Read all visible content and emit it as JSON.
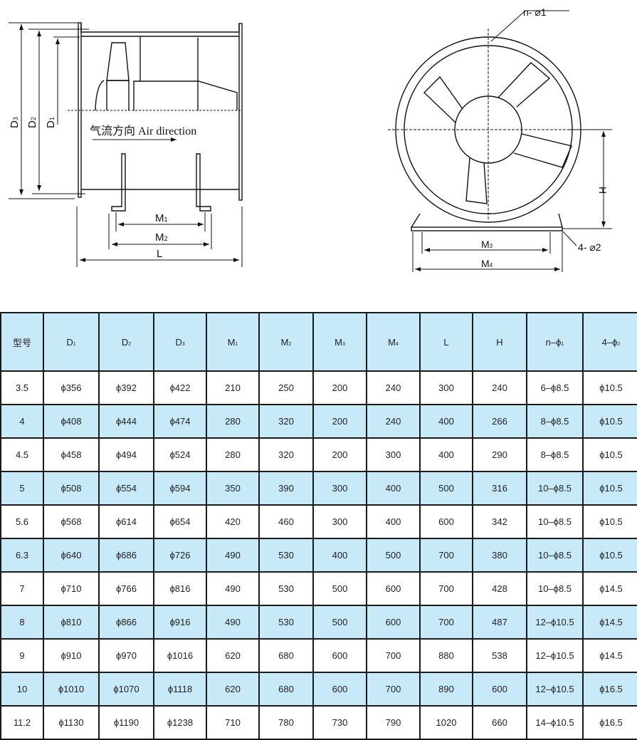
{
  "drawing": {
    "side_view": {
      "air_direction": "气流方向 Air direction",
      "labels": {
        "d3": "D",
        "d3_sub": "3",
        "d2": "D",
        "d2_sub": "2",
        "d1": "D",
        "d1_sub": "1",
        "m1": "M",
        "m1_sub": "1",
        "m2": "M",
        "m2_sub": "2",
        "l": "L"
      }
    },
    "front_view": {
      "labels": {
        "n_phi1": "n- ⌀1",
        "h": "H",
        "four_phi2": "4- ⌀2",
        "m3": "M",
        "m3_sub": "3",
        "m4": "M",
        "m4_sub": "4"
      }
    }
  },
  "table": {
    "headers": [
      {
        "main": "型号",
        "sub": ""
      },
      {
        "main": "D",
        "sub": "1"
      },
      {
        "main": "D",
        "sub": "2"
      },
      {
        "main": "D",
        "sub": "3"
      },
      {
        "main": "M",
        "sub": "1"
      },
      {
        "main": "M",
        "sub": "2"
      },
      {
        "main": "M",
        "sub": "3"
      },
      {
        "main": "M",
        "sub": "4"
      },
      {
        "main": "L",
        "sub": ""
      },
      {
        "main": "H",
        "sub": ""
      },
      {
        "main": "n–ϕ",
        "sub": "1"
      },
      {
        "main": "4–ϕ",
        "sub": "2"
      }
    ],
    "rows": [
      [
        "3.5",
        "ϕ356",
        "ϕ392",
        "ϕ422",
        "210",
        "250",
        "200",
        "240",
        "300",
        "240",
        "6–ϕ8.5",
        "ϕ10.5"
      ],
      [
        "4",
        "ϕ408",
        "ϕ444",
        "ϕ474",
        "280",
        "320",
        "200",
        "240",
        "400",
        "266",
        "8–ϕ8.5",
        "ϕ10.5"
      ],
      [
        "4.5",
        "ϕ458",
        "ϕ494",
        "ϕ524",
        "280",
        "320",
        "200",
        "300",
        "400",
        "290",
        "8–ϕ8.5",
        "ϕ10.5"
      ],
      [
        "5",
        "ϕ508",
        "ϕ554",
        "ϕ594",
        "350",
        "390",
        "300",
        "400",
        "500",
        "316",
        "10–ϕ8.5",
        "ϕ10.5"
      ],
      [
        "5.6",
        "ϕ568",
        "ϕ614",
        "ϕ654",
        "420",
        "460",
        "300",
        "400",
        "600",
        "342",
        "10–ϕ8.5",
        "ϕ10.5"
      ],
      [
        "6.3",
        "ϕ640",
        "ϕ686",
        "ϕ726",
        "490",
        "530",
        "400",
        "500",
        "700",
        "380",
        "10–ϕ8.5",
        "ϕ10.5"
      ],
      [
        "7",
        "ϕ710",
        "ϕ766",
        "ϕ816",
        "490",
        "530",
        "500",
        "600",
        "700",
        "428",
        "10–ϕ8.5",
        "ϕ14.5"
      ],
      [
        "8",
        "ϕ810",
        "ϕ866",
        "ϕ916",
        "490",
        "530",
        "500",
        "600",
        "700",
        "487",
        "12–ϕ10.5",
        "ϕ14.5"
      ],
      [
        "9",
        "ϕ910",
        "ϕ970",
        "ϕ1016",
        "620",
        "680",
        "600",
        "700",
        "880",
        "538",
        "12–ϕ10.5",
        "ϕ14.5"
      ],
      [
        "10",
        "ϕ1010",
        "ϕ1070",
        "ϕ1118",
        "620",
        "680",
        "600",
        "700",
        "890",
        "600",
        "12–ϕ10.5",
        "ϕ16.5"
      ],
      [
        "11.2",
        "ϕ1130",
        "ϕ1190",
        "ϕ1238",
        "710",
        "780",
        "730",
        "790",
        "1020",
        "660",
        "14–ϕ10.5",
        "ϕ16.5"
      ]
    ]
  }
}
